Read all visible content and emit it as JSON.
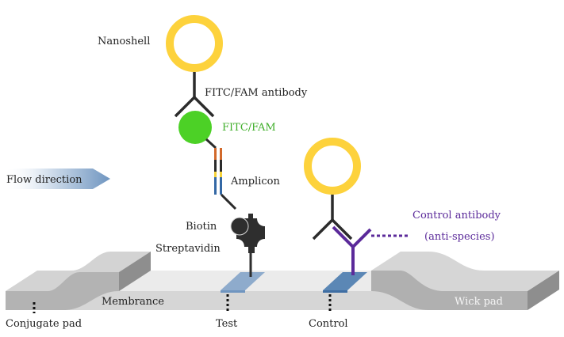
{
  "title": "Lateral flow assay with nanoshell detection",
  "labels": {
    "nanoshell": "Nanoshell",
    "fitc_fam_antibody": "FITC/FAM antibody",
    "fitc_fam": "FITC/FAM",
    "amplicon": "Amplicon",
    "biotin": "Biotin",
    "streptavidin": "Streptavidin",
    "flow_direction": "Flow direction",
    "control_antibody": "Control antibody",
    "anti_species": "(anti-species)",
    "membrance": "Membrance",
    "wick_pad": "Wick pad",
    "conjugate_pad": "Conjugate pad",
    "test": "Test",
    "control": "Control"
  },
  "colors": {
    "nanoshell": "#fdd23c",
    "fitc_fam": "#4cd126",
    "fitc_fam_text": "#3fae29",
    "antibody": "#2b2b2b",
    "control_antibody": "#5b2a9a",
    "amplicon_orange": "#d2692b",
    "amplicon_black": "#2b2b2b",
    "amplicon_yellow": "#f6d33a",
    "amplicon_blue": "#3468a5",
    "streptavidin": "#2e2e2e",
    "line_stripe": "#5b87b5",
    "membrane_top": "#ebebeb",
    "membrane_front": "#d6d6d6",
    "pad_top": "#d3d3d3",
    "pad_front": "#b0b0b0",
    "pad_side": "#8e8e8e",
    "flow_arrow": "#6f95c0"
  }
}
